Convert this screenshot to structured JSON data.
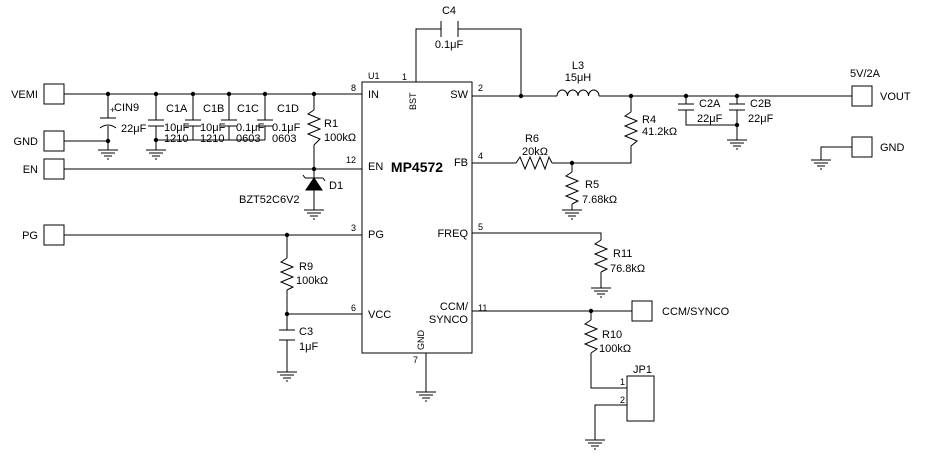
{
  "ic": {
    "ref": "U1",
    "part": "MP4572",
    "pins": {
      "in": {
        "num": "8",
        "name": "IN"
      },
      "en": {
        "num": "12",
        "name": "EN"
      },
      "pg": {
        "num": "3",
        "name": "PG"
      },
      "vcc": {
        "num": "6",
        "name": "VCC"
      },
      "bst": {
        "num": "1",
        "name": "BST"
      },
      "sw": {
        "num": "2",
        "name": "SW"
      },
      "fb": {
        "num": "4",
        "name": "FB"
      },
      "freq": {
        "num": "5",
        "name": "FREQ"
      },
      "ccm": {
        "num": "11",
        "name": "CCM/",
        "name2": "SYNCO"
      },
      "gnd": {
        "num": "7",
        "name": "GND"
      }
    }
  },
  "ports": {
    "vemi": "VEMI",
    "gnd_left": "GND",
    "en": "EN",
    "pg": "PG",
    "vout": "VOUT",
    "vout_rating": "5V/2A",
    "gnd_right": "GND",
    "ccm_synco": "CCM/SYNCO"
  },
  "components": {
    "c4": {
      "ref": "C4",
      "value": "0.1μF"
    },
    "l3": {
      "ref": "L3",
      "value": "15μH"
    },
    "r4": {
      "ref": "R4",
      "value": "41.2kΩ"
    },
    "c2a": {
      "ref": "C2A",
      "value": "22μF"
    },
    "c2b": {
      "ref": "C2B",
      "value": "22μF"
    },
    "cin9": {
      "ref": "CIN9",
      "value": "22μF",
      "polarity": "+"
    },
    "c1a": {
      "ref": "C1A",
      "value": "10μF",
      "package": "1210"
    },
    "c1b": {
      "ref": "C1B",
      "value": "10μF",
      "package": "1210"
    },
    "c1c": {
      "ref": "C1C",
      "value": "0.1μF",
      "package": "0603"
    },
    "c1d": {
      "ref": "C1D",
      "value": "0.1μF",
      "package": "0603"
    },
    "r1": {
      "ref": "R1",
      "value": "100kΩ"
    },
    "d1": {
      "ref": "D1",
      "part": "BZT52C6V2"
    },
    "r6": {
      "ref": "R6",
      "value": "20kΩ"
    },
    "r5": {
      "ref": "R5",
      "value": "7.68kΩ"
    },
    "r9": {
      "ref": "R9",
      "value": "100kΩ"
    },
    "c3": {
      "ref": "C3",
      "value": "1μF"
    },
    "r11": {
      "ref": "R11",
      "value": "76.8kΩ"
    },
    "r10": {
      "ref": "R10",
      "value": "100kΩ"
    },
    "jp1": {
      "ref": "JP1",
      "pin1": "1",
      "pin2": "2"
    }
  }
}
